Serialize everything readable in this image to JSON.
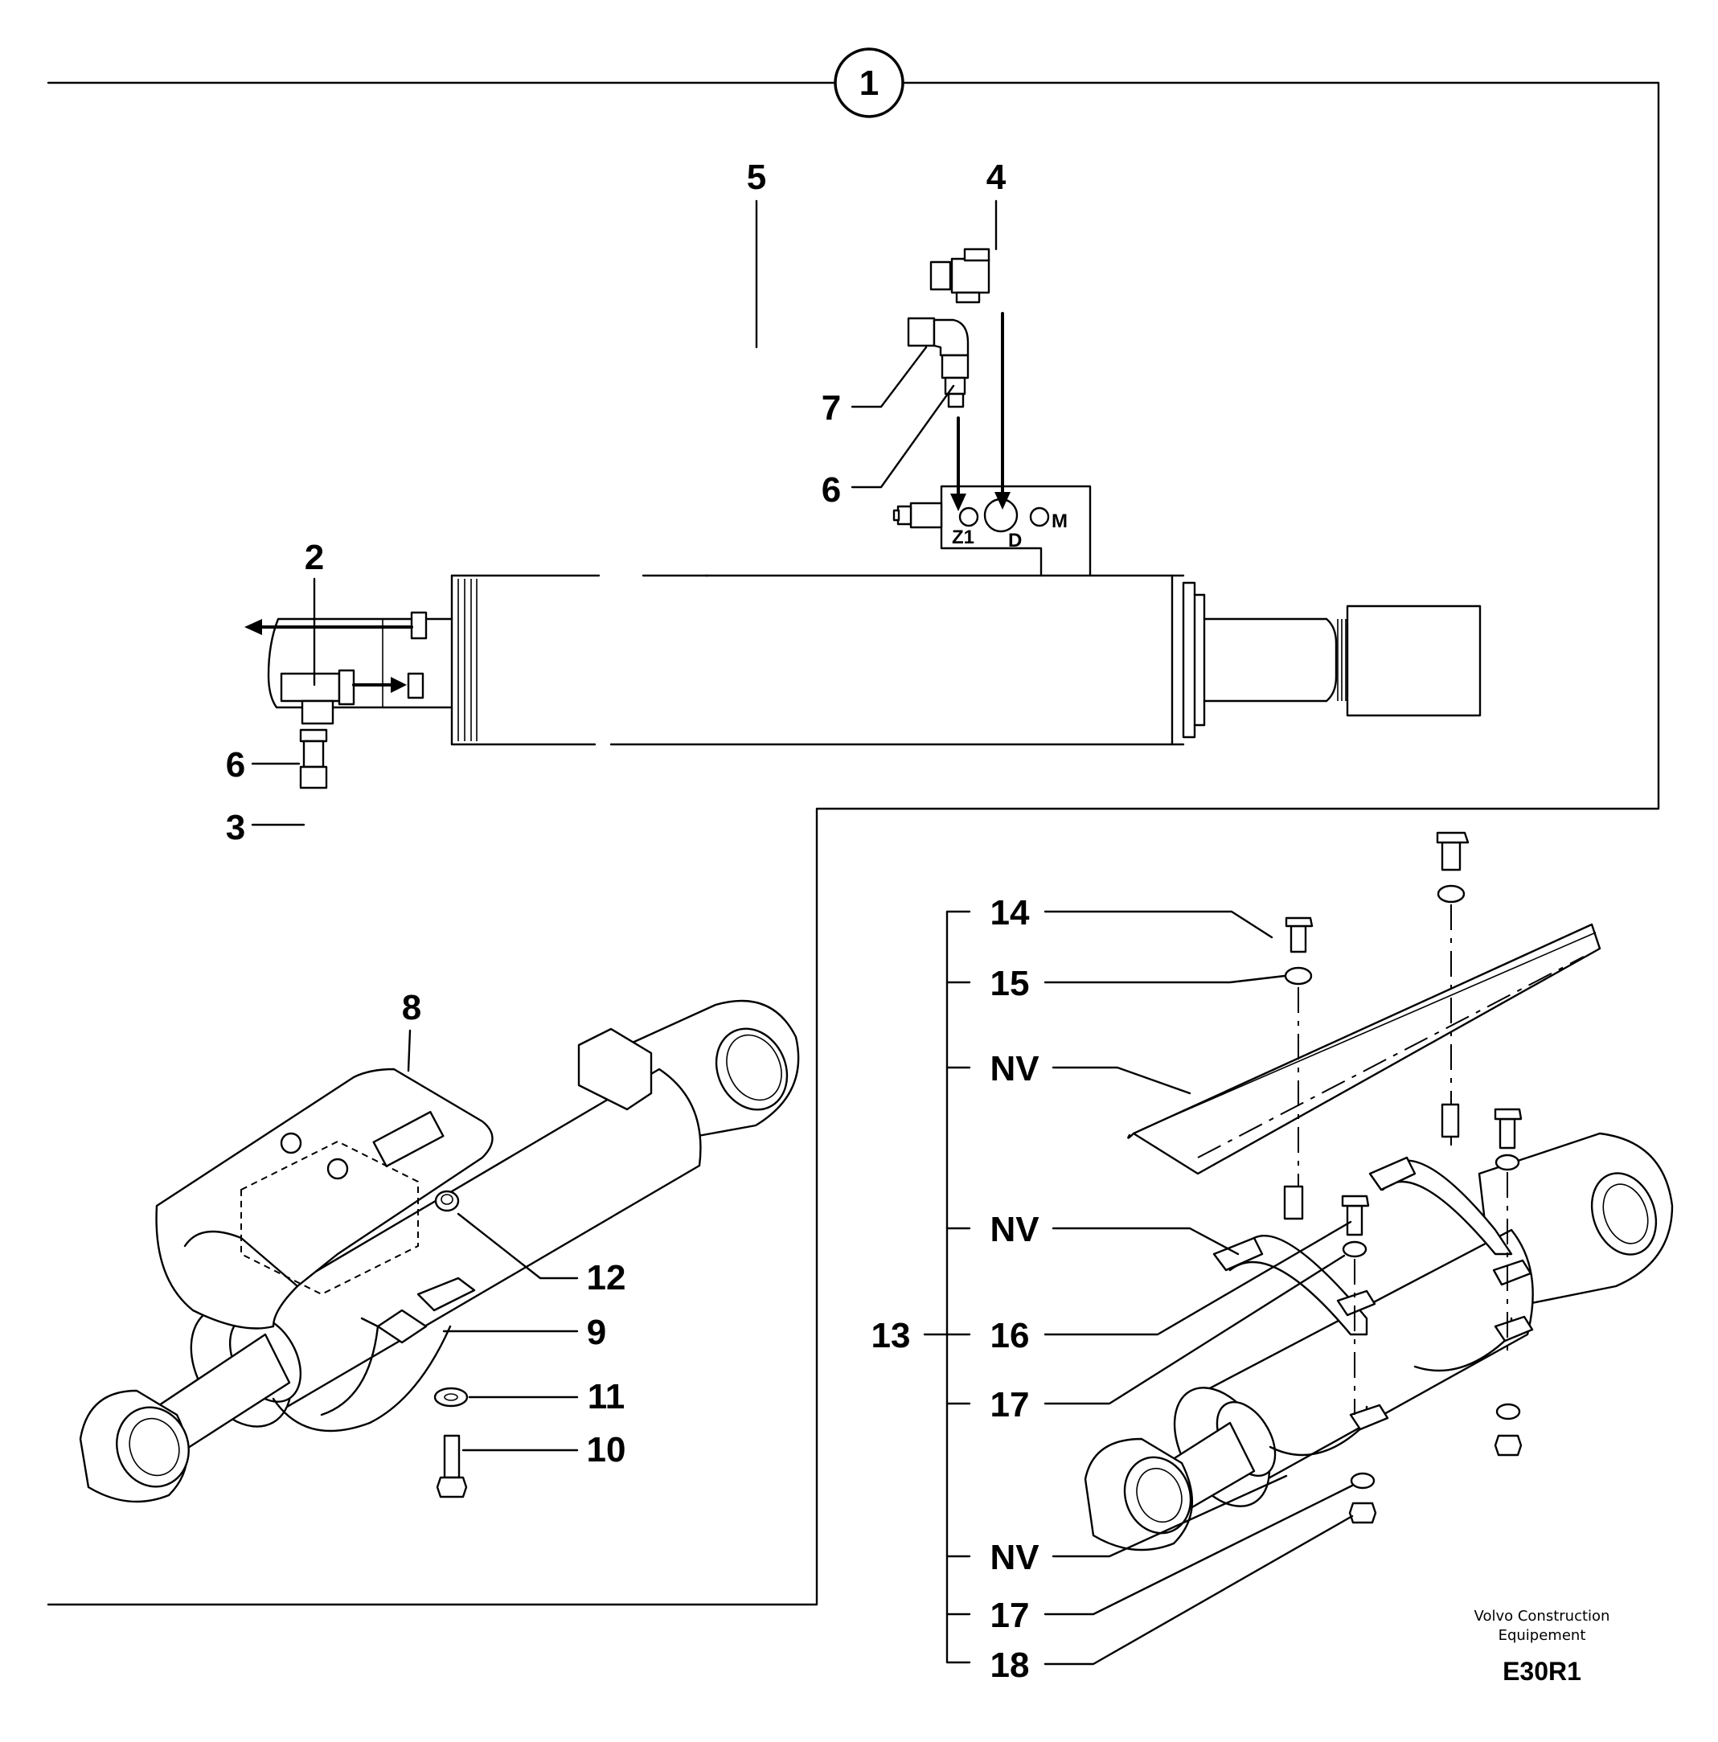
{
  "diagram": {
    "assembly_number": "1",
    "callouts": {
      "c2": "2",
      "c3": "3",
      "c4": "4",
      "c5": "5",
      "c6a": "6",
      "c6b": "6",
      "c7": "7",
      "c8": "8",
      "c9": "9",
      "c10": "10",
      "c11": "11",
      "c12": "12",
      "c13": "13",
      "c14": "14",
      "c15": "15",
      "nv1": "NV",
      "nv2": "NV",
      "nv3": "NV",
      "c16": "16",
      "c17a": "17",
      "c17b": "17",
      "c18": "18"
    },
    "ports": {
      "z1": "Z1",
      "d": "D",
      "m": "M"
    },
    "manufacturer_line1": "Volvo Construction",
    "manufacturer_line2": "Equipement",
    "figure_ref": "E30R1"
  }
}
